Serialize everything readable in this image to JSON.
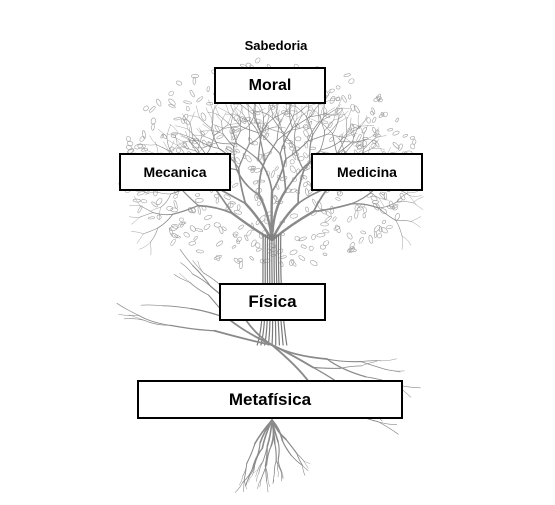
{
  "title": "Sabedoria",
  "nodes": {
    "moral": "Moral",
    "mecanica": "Mecanica",
    "medicina": "Medicina",
    "fisica": "Física",
    "metafisica": "Metafísica"
  },
  "colors": {
    "ink": "#000000",
    "tree_sketch": "#8a8a8a",
    "background": "#ffffff"
  },
  "icons": {
    "illustration": "tree-with-roots-sketch"
  }
}
